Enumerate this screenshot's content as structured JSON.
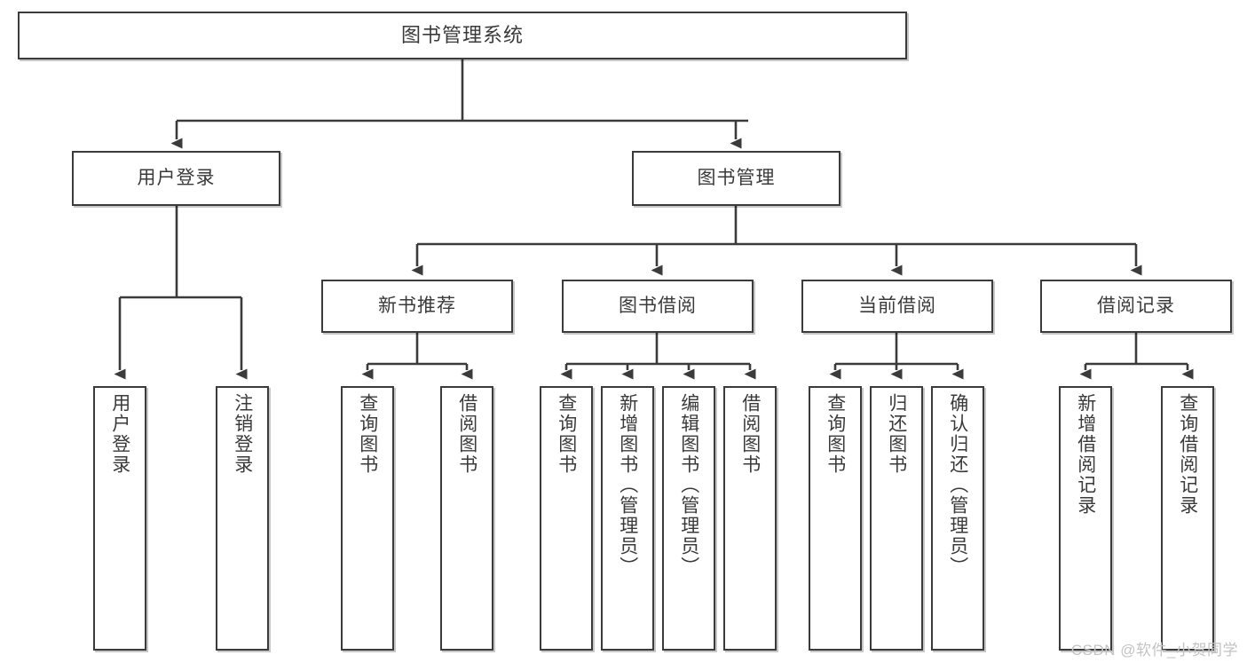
{
  "diagram": {
    "title": "图书管理系统",
    "type": "tree",
    "root": {
      "id": "root",
      "label": "图书管理系统"
    },
    "level1": [
      {
        "id": "user-login",
        "label": "用户登录"
      },
      {
        "id": "book-manage",
        "label": "图书管理"
      }
    ],
    "level2": [
      {
        "id": "new-book-rec",
        "label": "新书推荐",
        "parent": "book-manage"
      },
      {
        "id": "book-borrow",
        "label": "图书借阅",
        "parent": "book-manage"
      },
      {
        "id": "current-borrow",
        "label": "当前借阅",
        "parent": "book-manage"
      },
      {
        "id": "borrow-record",
        "label": "借阅记录",
        "parent": "book-manage"
      }
    ],
    "leaves": [
      {
        "id": "leaf-user-login",
        "label": "用户登录",
        "parent": "user-login"
      },
      {
        "id": "leaf-logout",
        "label": "注销登录",
        "parent": "user-login"
      },
      {
        "id": "leaf-query-book-1",
        "label": "查询图书",
        "parent": "new-book-rec"
      },
      {
        "id": "leaf-borrow-book-1",
        "label": "借阅图书",
        "parent": "new-book-rec"
      },
      {
        "id": "leaf-query-book-2",
        "label": "查询图书",
        "parent": "book-borrow"
      },
      {
        "id": "leaf-add-book",
        "label": "新增图书（管理员）",
        "parent": "book-borrow"
      },
      {
        "id": "leaf-edit-book",
        "label": "编辑图书（管理员）",
        "parent": "book-borrow"
      },
      {
        "id": "leaf-borrow-book-2",
        "label": "借阅图书",
        "parent": "book-borrow"
      },
      {
        "id": "leaf-query-book-3",
        "label": "查询图书",
        "parent": "current-borrow"
      },
      {
        "id": "leaf-return-book",
        "label": "归还图书",
        "parent": "current-borrow"
      },
      {
        "id": "leaf-confirm-return",
        "label": "确认归还（管理员）",
        "parent": "current-borrow"
      },
      {
        "id": "leaf-add-record",
        "label": "新增借阅记录",
        "parent": "borrow-record"
      },
      {
        "id": "leaf-query-record",
        "label": "查询借阅记录",
        "parent": "borrow-record"
      }
    ]
  },
  "watermark": {
    "text": "CSDN @软件_小贺同学"
  },
  "colors": {
    "box_border": "#3b3b3b",
    "box_fill": "#ffffff",
    "text": "#3a3a3a",
    "connector": "#3b3b3b",
    "watermark": "#c3c3c3"
  }
}
